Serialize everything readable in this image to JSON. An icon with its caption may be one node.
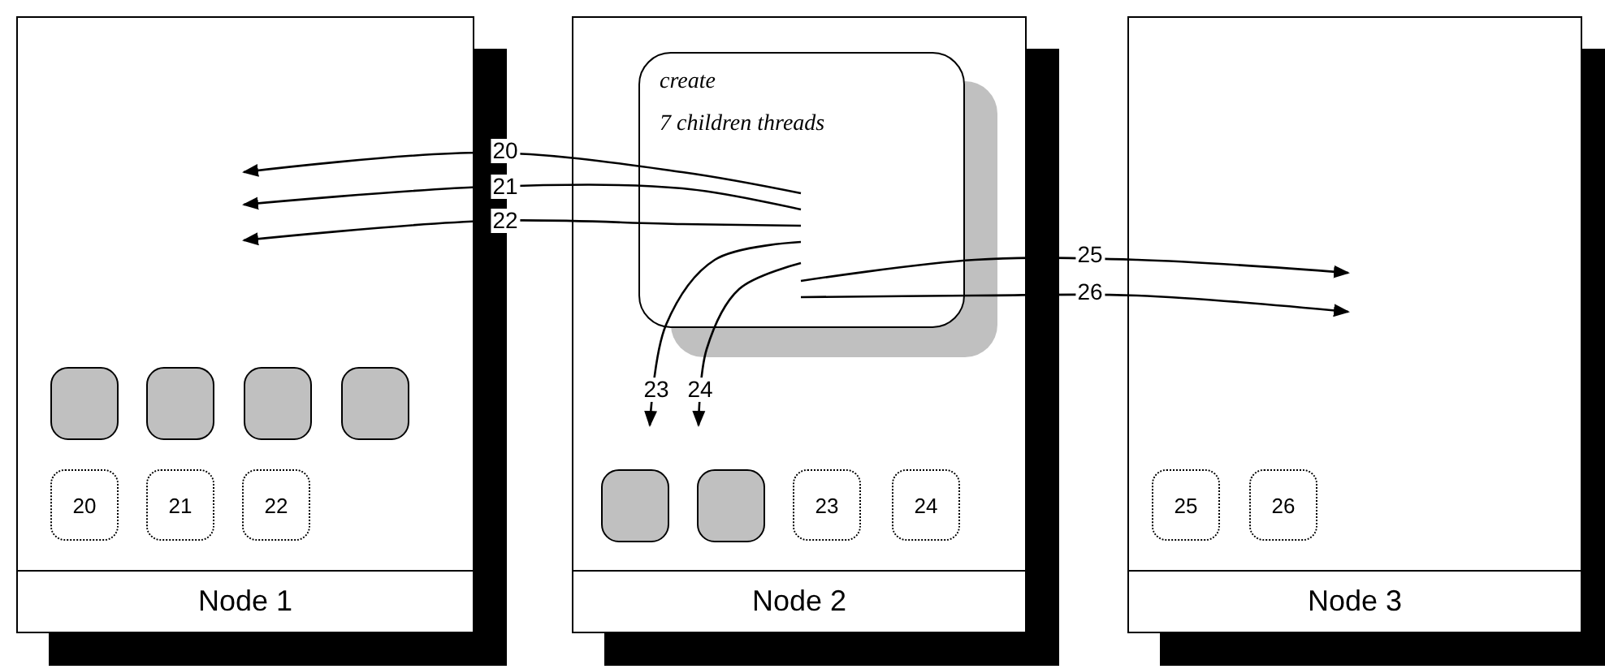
{
  "diagram": {
    "nodes": [
      {
        "text": [
          "Node 1"
        ]
      },
      {
        "text": [],
        "shape": "box",
        "in": 0
      },
      {
        "text": [],
        "shape": "box",
        "in": 0
      },
      {
        "text": [],
        "shape": "box",
        "in": 0
      },
      {
        "text": [],
        "shape": "box",
        "in": 0
      },
      {
        "text": [
          "20"
        ],
        "in": 0
      },
      {
        "text": [
          "21"
        ],
        "in": 0
      },
      {
        "text": [
          "22"
        ],
        "in": 0
      },
      {
        "text": [
          "Node 2"
        ]
      },
      {
        "text": [
          "create",
          "7 children threads"
        ],
        "in": 8
      },
      {
        "text": [],
        "shape": "box",
        "in": 8
      },
      {
        "text": [],
        "shape": "box",
        "in": 8
      },
      {
        "text": [
          "23"
        ],
        "in": 8
      },
      {
        "text": [
          "24"
        ],
        "in": 8
      },
      {
        "text": [
          "Node 3"
        ]
      },
      {
        "text": [
          "25"
        ],
        "in": 14
      },
      {
        "text": [
          "26"
        ],
        "in": 14
      }
    ],
    "edges": [
      {
        "from": 9,
        "to": null,
        "arrow": "to",
        "label": "20"
      },
      {
        "from": 9,
        "to": null,
        "arrow": "to",
        "label": "21"
      },
      {
        "from": 9,
        "to": null,
        "arrow": "to",
        "label": "22"
      },
      {
        "from": 9,
        "to": null,
        "arrow": "to",
        "label": "23"
      },
      {
        "from": 9,
        "to": null,
        "arrow": "to",
        "label": "24"
      },
      {
        "from": 9,
        "to": null,
        "arrow": "to",
        "label": "25"
      },
      {
        "from": 9,
        "to": null,
        "arrow": "to",
        "label": "26"
      }
    ]
  }
}
